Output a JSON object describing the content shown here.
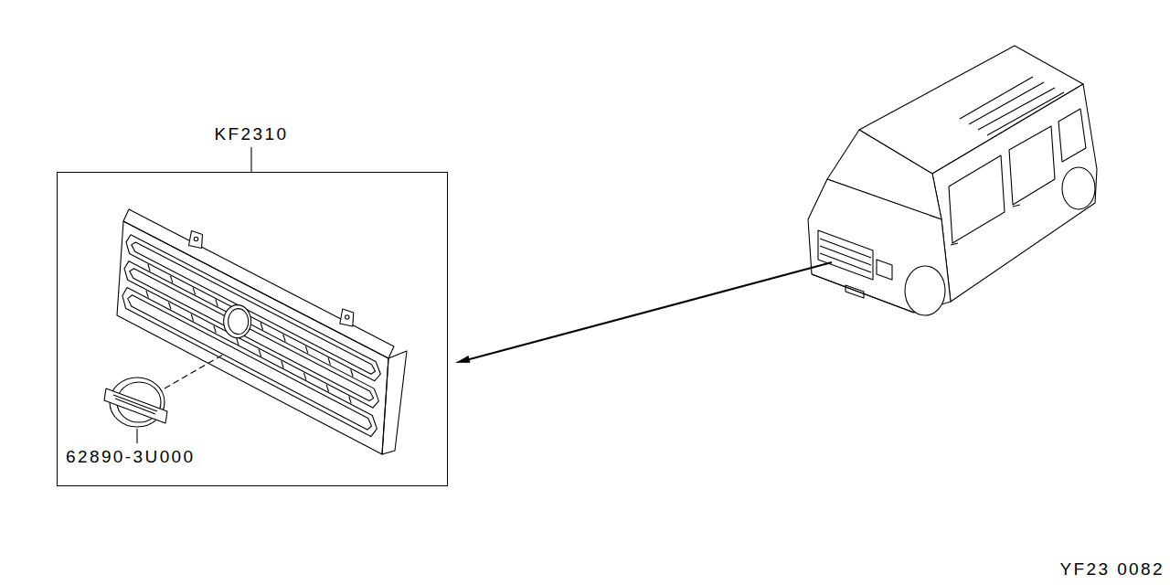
{
  "diagram": {
    "nodes": [
      {
        "text": [
          "KF2310"
        ]
      }
    ],
    "edges": [],
    "labels": [
      "62890-3U000",
      "YF23 0082"
    ]
  }
}
